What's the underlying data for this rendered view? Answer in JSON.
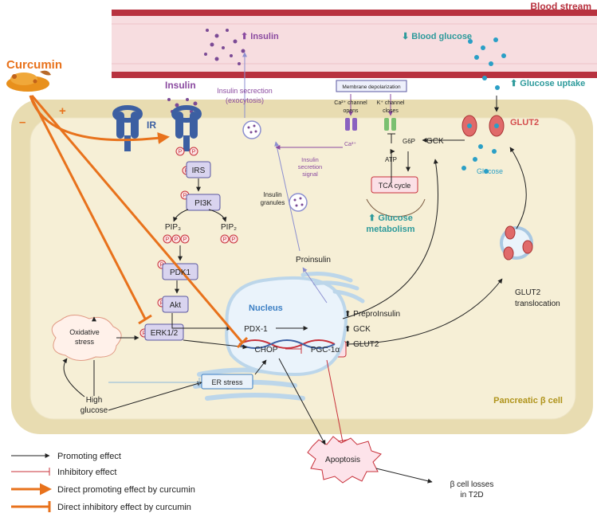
{
  "labels": {
    "blood_stream": "Blood stream",
    "insulin_up": "⬆ Insulin",
    "blood_glucose": "⬇ Blood glucose",
    "glucose_uptake": "⬆ Glucose uptake",
    "curcumin": "Curcumin",
    "plus": "+",
    "minus": "–",
    "insulin": "Insulin",
    "ir": "IR",
    "insulin_secretion_1": "Insulin secrection",
    "insulin_secretion_2": "(exocytosis)",
    "membrane_depol": "Membrane depolarization",
    "ca_channel_1": "Ca²⁺ channel",
    "ca_channel_2": "opens",
    "k_channel_1": "K⁺ channel",
    "k_channel_2": "closes",
    "ca_ion": "Ca²⁺",
    "secretion_signal_1": "Insulin",
    "secretion_signal_2": "secretion",
    "secretion_signal_3": "signal",
    "insulin_granules_1": "Insulin",
    "insulin_granules_2": "granules",
    "atp": "ATP",
    "g6p": "G6P",
    "gck_top": "GCK",
    "glut2_top": "GLUT2",
    "glucose": "Glucose",
    "tca_cycle": "TCA cycle",
    "glucose_metab_1": "⬆ Glucose",
    "glucose_metab_2": "metabolism",
    "irs": "IRS",
    "pi3k": "PI3K",
    "pip3": "PIP₃",
    "pip2": "PIP₂",
    "pdk1": "PDK1",
    "akt": "Akt",
    "proinsulin": "Proinsulin",
    "nucleus": "Nucleus",
    "pdx1": "PDX-1",
    "preproinsulin": "⬆ PreproInsulin",
    "gck_gene": "⬆ GCK",
    "glut2_gene": "⬆ GLUT2",
    "glut2_transloc_1": "GLUT2",
    "glut2_transloc_2": "translocation",
    "oxidative_1": "Oxidative",
    "oxidative_2": "stress",
    "erk": "ERK1/2",
    "chop": "CHOP",
    "pgc": "PGC-1α",
    "er_stress": "ER stress",
    "high_glucose_1": "High",
    "high_glucose_2": "glucose",
    "pancreatic_cell": "Pancreatic β cell",
    "apoptosis": "Apoptosis",
    "beta_loss_1": "β cell losses",
    "beta_loss_2": "in T2D",
    "p": "P"
  },
  "legend": [
    {
      "label": "Promoting effect"
    },
    {
      "label": "Inhibitory effect"
    },
    {
      "label": "Direct promoting effect by curcumin"
    },
    {
      "label": "Direct inhibitory effect by curcumin"
    }
  ],
  "colors": {
    "vessel": "#b8323f",
    "vessel_fill": "#f7dde0",
    "cell_border": "#d6ca9e",
    "cell_fill": "#f6efd6",
    "curcumin": "#e8721c",
    "insulin_purple": "#8a4aa0",
    "glucose_blue": "#2a9fc6",
    "glucose_teal": "#2d9a9b",
    "receptor_blue": "#3c5fa2",
    "glut_red": "#d44c4c",
    "protein_fill": "#d9d4ef",
    "nucleus_blue": "#3c7fc4",
    "inhibit_red": "#c8303a",
    "text_dark": "#222222"
  }
}
